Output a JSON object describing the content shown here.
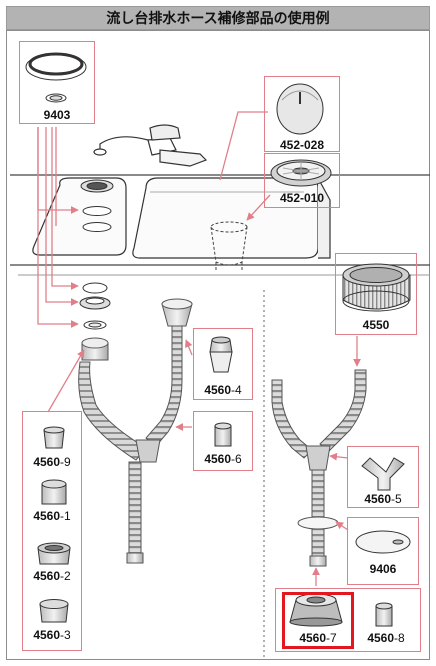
{
  "title": "流し台排水ホース補修部品の使用例",
  "parts": {
    "p9403": "9403",
    "p452028": "452-028",
    "p452010": "452-010",
    "p4550": "4550",
    "p45604": {
      "base": "4560",
      "suffix": "-4"
    },
    "p45606": {
      "base": "4560",
      "suffix": "-6"
    },
    "p45609": {
      "base": "4560",
      "suffix": "-9"
    },
    "p45601": {
      "base": "4560",
      "suffix": "-1"
    },
    "p45602": {
      "base": "4560",
      "suffix": "-2"
    },
    "p45603": {
      "base": "4560",
      "suffix": "-3"
    },
    "p45605": {
      "base": "4560",
      "suffix": "-5"
    },
    "p9406": "9406",
    "p45607": {
      "base": "4560",
      "suffix": "-7"
    },
    "p45608": {
      "base": "4560",
      "suffix": "-8"
    }
  },
  "highlight": "4560-7",
  "colors": {
    "leader": "#e07f89",
    "highlight": "#e2171f",
    "line": "#333333",
    "header_bg": "#b3b3b3"
  }
}
